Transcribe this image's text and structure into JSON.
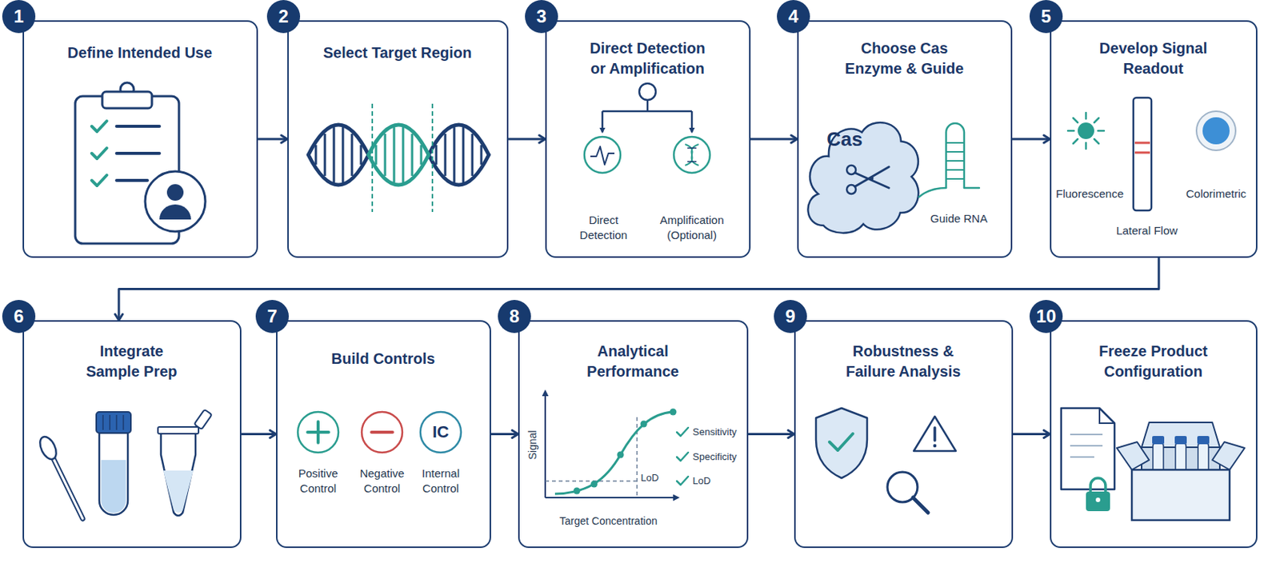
{
  "diagram": {
    "nodes": [
      {
        "text": [
          "1",
          "Define Intended Use"
        ]
      },
      {
        "text": [
          "2",
          "Select Target Region"
        ]
      },
      {
        "text": [
          "3",
          "Direct Detection or Amplification",
          "Direct Detection",
          "Amplification (Optional)"
        ]
      },
      {
        "text": [
          "4",
          "Choose Cas Enzyme & Guide",
          "Cas",
          "Guide RNA"
        ]
      },
      {
        "text": [
          "5",
          "Develop Signal Readout",
          "Fluorescence",
          "Lateral Flow",
          "Colorimetric"
        ]
      },
      {
        "text": [
          "6",
          "Integrate Sample Prep"
        ]
      },
      {
        "text": [
          "7",
          "Build Controls",
          "IC",
          "Positive Control",
          "Negative Control",
          "Internal Control"
        ]
      },
      {
        "text": [
          "8",
          "Analytical Performance",
          "Signal",
          "Sensitivity",
          "Specificity",
          "LoD",
          "LoD",
          "Target Concentration"
        ]
      },
      {
        "text": [
          "9",
          "Robustness & Failure Analysis"
        ]
      },
      {
        "text": [
          "10",
          "Freeze Product Configuration"
        ]
      }
    ],
    "edges": [
      {
        "from": 0,
        "to": 1,
        "arrow": "to"
      },
      {
        "from": 1,
        "to": 2,
        "arrow": "to"
      },
      {
        "from": 2,
        "to": 3,
        "arrow": "to"
      },
      {
        "from": 3,
        "to": 4,
        "arrow": "to"
      },
      {
        "from": 4,
        "to": 5,
        "arrow": "to"
      },
      {
        "from": 5,
        "to": 6,
        "arrow": "to"
      },
      {
        "from": 6,
        "to": 7,
        "arrow": "to"
      },
      {
        "from": 7,
        "to": 8,
        "arrow": "to"
      },
      {
        "from": 8,
        "to": 9,
        "arrow": "to"
      }
    ]
  }
}
